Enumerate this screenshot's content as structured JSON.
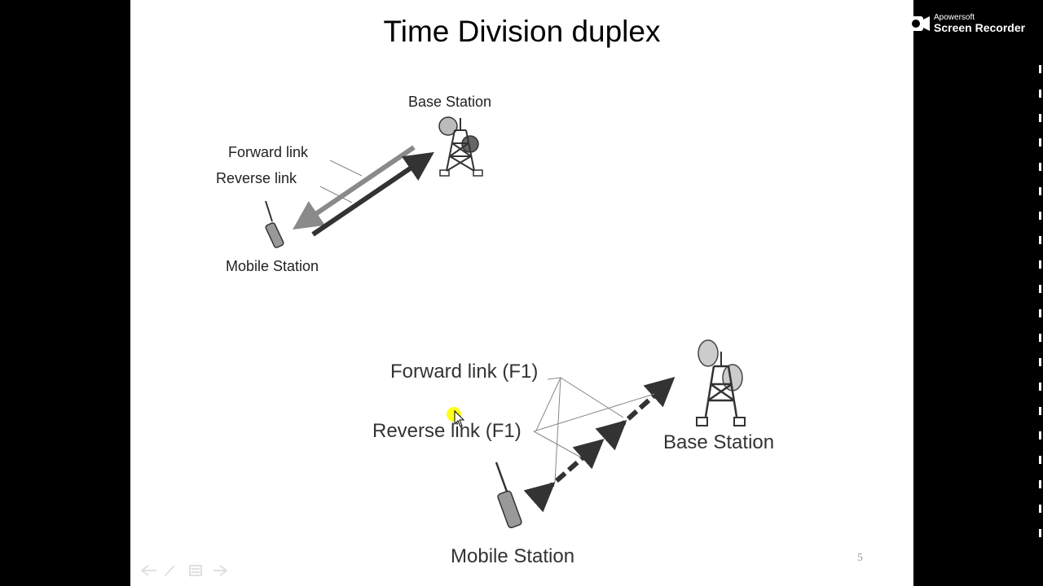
{
  "slide": {
    "title": "Time Division duplex",
    "page_number": "5"
  },
  "top_diagram": {
    "base_station_label": "Base Station",
    "forward_link_label": "Forward link",
    "reverse_link_label": "Reverse link",
    "mobile_station_label": "Mobile Station"
  },
  "bottom_diagram": {
    "forward_link_label": "Forward link (F1)",
    "reverse_link_label": "Reverse link (F1)",
    "base_station_label": "Base Station",
    "mobile_station_label": "Mobile Station"
  },
  "watermark": {
    "brand": "Apowersoft",
    "product": "Screen Recorder"
  },
  "slideshow_controls": {
    "icons": [
      "previous-icon",
      "pen-icon",
      "menu-icon",
      "next-icon"
    ]
  },
  "colors": {
    "arrow_light": "#8a8a8a",
    "arrow_dark": "#333333",
    "cursor_highlight": "#ffff00"
  }
}
